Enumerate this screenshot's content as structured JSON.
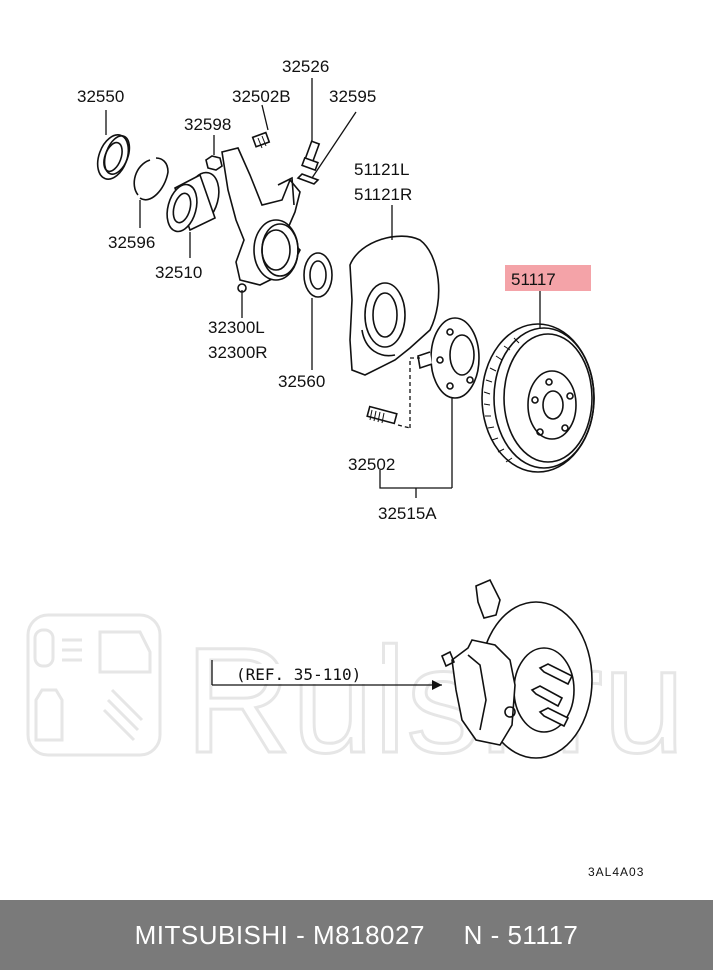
{
  "labels": {
    "p32526": "32526",
    "p32550": "32550",
    "p32502b": "32502B",
    "p32595": "32595",
    "p32598": "32598",
    "p51121l": "51121L",
    "p51121r": "51121R",
    "p32596": "32596",
    "p32510": "32510",
    "p51117": "51117",
    "p32300l": "32300L",
    "p32300r": "32300R",
    "p32560": "32560",
    "p32502": "32502",
    "p32515a": "32515A",
    "ref": "(REF. 35-110)",
    "code": "3AL4A03"
  },
  "highlight_color": "#f4a3a8",
  "watermark": {
    "text": "Rulsitru"
  },
  "footer": {
    "brand": "MITSUBISHI",
    "part_number": "M818027",
    "ref_number": "N - 51117"
  }
}
